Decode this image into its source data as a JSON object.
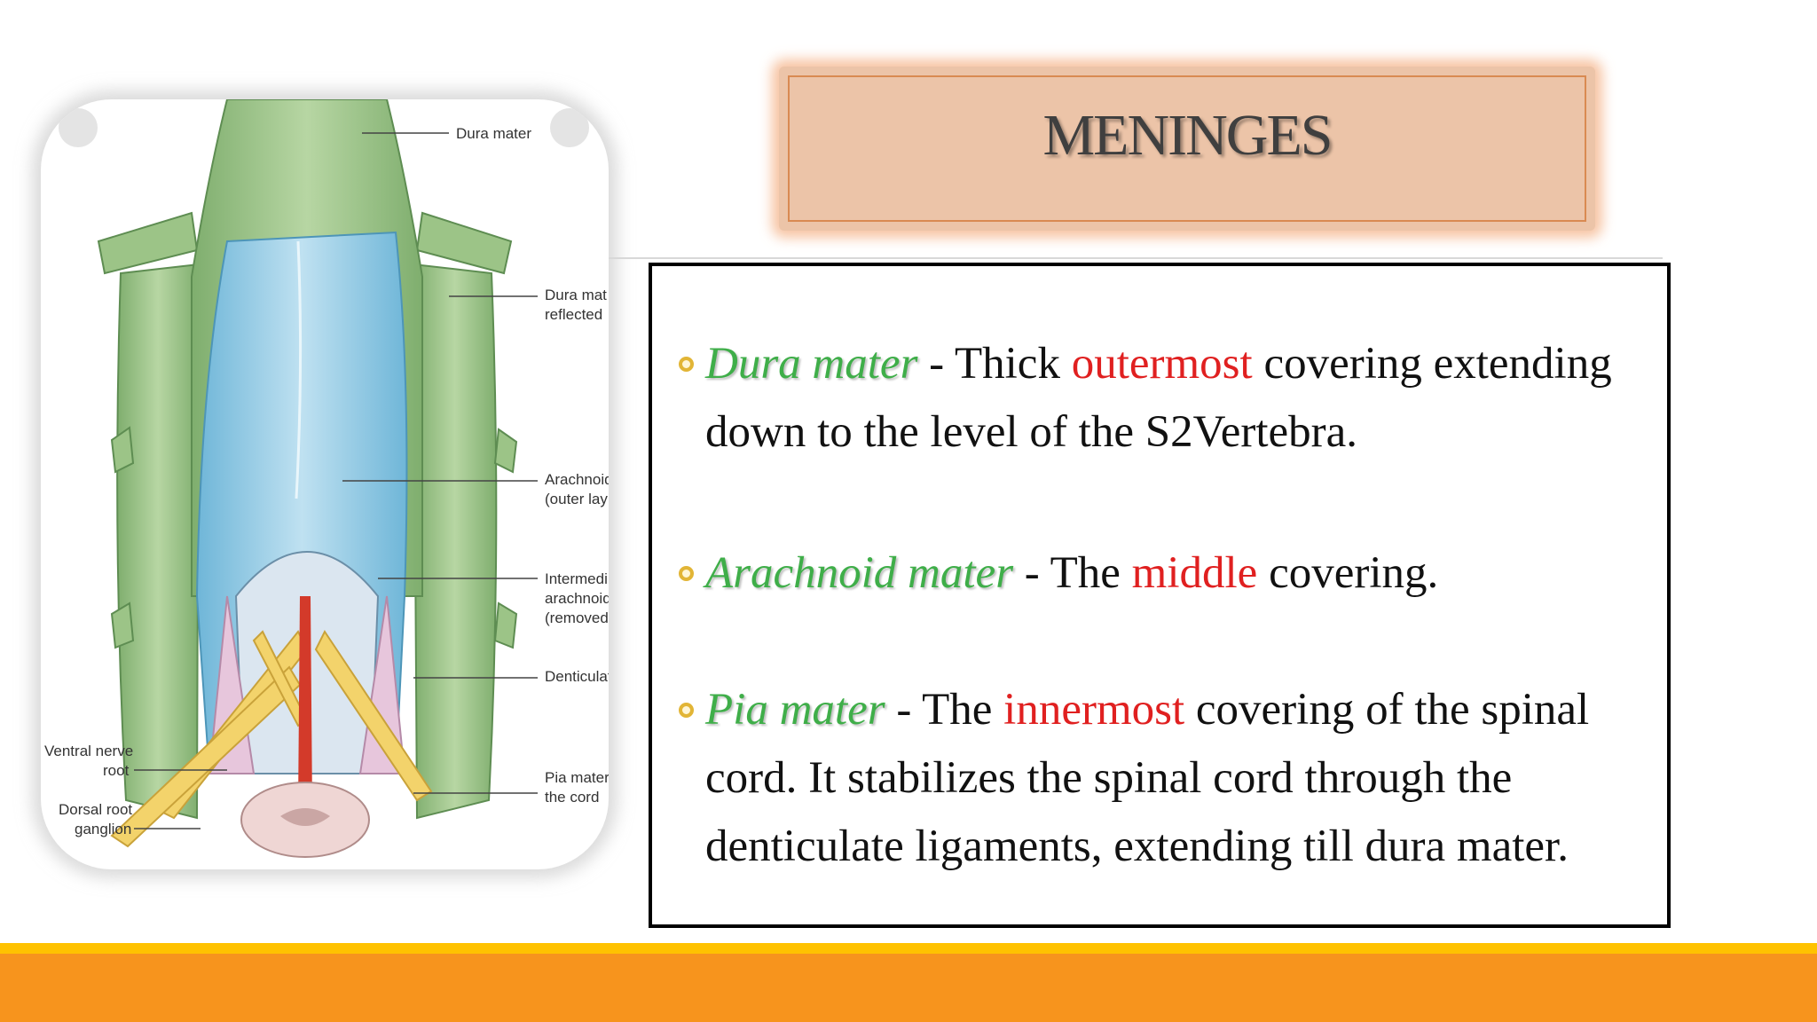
{
  "slide": {
    "title": "MENINGES",
    "figure": {
      "labels": {
        "dura_mater": "Dura mater",
        "dura_reflected_1": "Dura mat",
        "dura_reflected_2": "reflected",
        "arachnoid_1": "Arachnoid",
        "arachnoid_2": "(outer lay",
        "intermediate_1": "Intermedi",
        "intermediate_2": "arachnoid",
        "intermediate_3": "(removed",
        "denticulate": "Denticulat",
        "ventral_1": "Ventral nerve",
        "ventral_2": "root",
        "dorsal_1": "Dorsal root",
        "dorsal_2": "ganglion",
        "pia_1": "Pia mater",
        "pia_2": "the cord"
      }
    },
    "items": [
      {
        "term": "Dura mater",
        "pre": " - Thick ",
        "highlight": "outermost",
        "post": " covering extending down to the level of the S2Vertebra."
      },
      {
        "term": "Arachnoid mater",
        "pre": " - The ",
        "highlight": "middle",
        "post": " covering."
      },
      {
        "term": "Pia mater",
        "pre": " - The ",
        "highlight": "innermost",
        "post": " covering of the spinal cord. It stabilizes the spinal cord through the denticulate ligaments, extending till dura mater."
      }
    ],
    "colors": {
      "term": "#3fae49",
      "highlight": "#e02020",
      "bar_yellow": "#ffc200",
      "bar_orange": "#f7941d"
    }
  }
}
